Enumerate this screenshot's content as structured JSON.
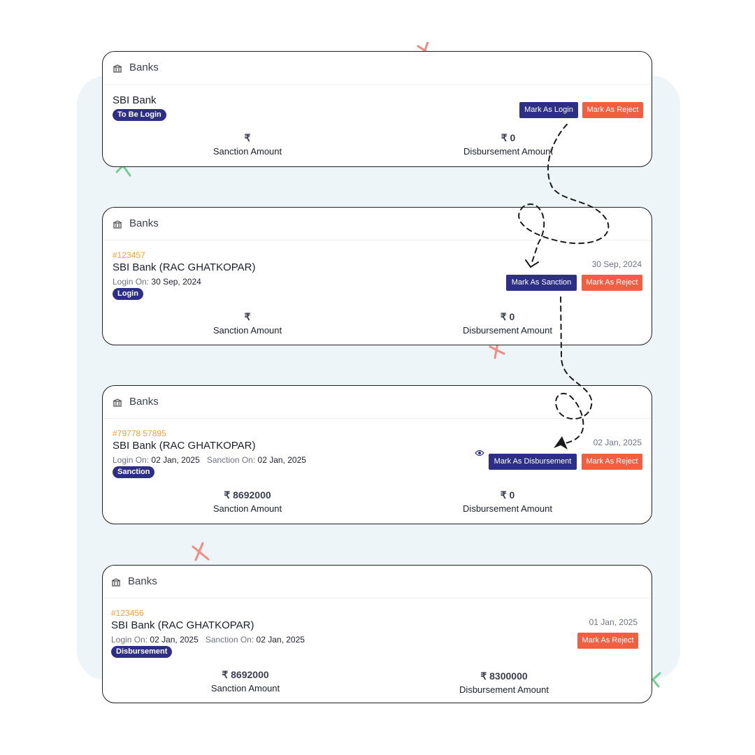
{
  "cards": [
    {
      "header": "Banks",
      "bank_name": "SBI Bank",
      "status_badge": "To Be Login",
      "buttons": {
        "primary": "Mark As Login",
        "reject": "Mark As Reject"
      },
      "sanction": {
        "value": "₹",
        "label": "Sanction Amount"
      },
      "disbursement": {
        "value": "₹ 0",
        "label": "Disbursement Amount"
      }
    },
    {
      "header": "Banks",
      "id": "#123457",
      "bank_name": "SBI Bank (RAC GHATKOPAR)",
      "login_label": "Login On:",
      "login_date": "30 Sep, 2024",
      "status_badge": "Login",
      "date": "30 Sep, 2024",
      "buttons": {
        "primary": "Mark As Sanction",
        "reject": "Mark As Reject"
      },
      "sanction": {
        "value": "₹",
        "label": "Sanction Amount"
      },
      "disbursement": {
        "value": "₹ 0",
        "label": "Disbursement Amount"
      }
    },
    {
      "header": "Banks",
      "id": "#79778 57895",
      "bank_name": "SBI Bank (RAC GHATKOPAR)",
      "login_label": "Login On:",
      "login_date": "02 Jan, 2025",
      "sanction_label": "Sanction On:",
      "sanction_date": "02 Jan, 2025",
      "status_badge": "Sanction",
      "date": "02 Jan, 2025",
      "buttons": {
        "primary": "Mark As Disbursement",
        "reject": "Mark As Reject"
      },
      "sanction": {
        "value": "₹ 8692000",
        "label": "Sanction Amount"
      },
      "disbursement": {
        "value": "₹ 0",
        "label": "Disbursement Amount"
      }
    },
    {
      "header": "Banks",
      "id": "#123456",
      "bank_name": "SBI Bank (RAC GHATKOPAR)",
      "login_label": "Login On:",
      "login_date": "02 Jan, 2025",
      "sanction_label": "Sanction On:",
      "sanction_date": "02 Jan, 2025",
      "status_badge": "Disbursement",
      "date": "01 Jan, 2025",
      "buttons": {
        "reject": "Mark As Reject"
      },
      "sanction": {
        "value": "₹ 8692000",
        "label": "Sanction Amount"
      },
      "disbursement": {
        "value": "₹ 8300000",
        "label": "Disbursement Amount"
      }
    }
  ],
  "icons": {
    "bank": "bank-icon",
    "view": "eye-icon"
  },
  "colors": {
    "primary": "#2d2f86",
    "reject": "#f15f43",
    "id_text": "#f0a23c",
    "panel_bg": "#eef5f8",
    "cross_red": "#f28a80",
    "cross_green": "#6fcf97"
  }
}
